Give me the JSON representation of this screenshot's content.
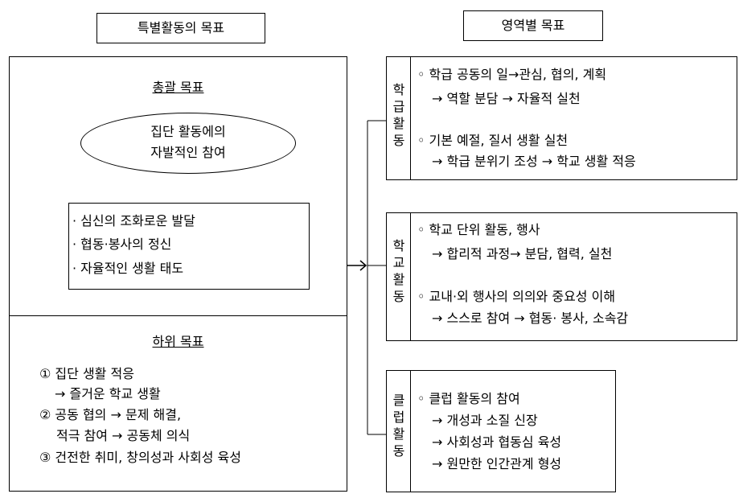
{
  "header": {
    "left_title": "특별활동의 목표",
    "right_title": "영역별 목표"
  },
  "overall": {
    "title": "총괄 목표",
    "ellipse_line1": "집단 활동에의",
    "ellipse_line2": "자발적인 참여",
    "bullets": [
      "· 심신의 조화로운 발달",
      "· 협동·봉사의 정신",
      "· 자율적인 생활 태도"
    ]
  },
  "sub": {
    "title": "하위 목표",
    "lines": [
      "① 집단 생활 적응",
      "→ 즐거운 학교 생활",
      "② 공동 협의 → 문제 해결,",
      "적극 참여 → 공동체 의식",
      "③ 건전한 취미, 창의성과 사회성 육성"
    ]
  },
  "areas": [
    {
      "label": [
        "학",
        "급",
        "활",
        "동"
      ],
      "lines": [
        "◦ 학급 공동의 일→관심, 협의, 계획",
        "→ 역할 분담 → 자율적 실천",
        "◦ 기본 예절, 질서 생활 실천",
        "→ 학급 분위기 조성 → 학교 생활 적응"
      ]
    },
    {
      "label": [
        "학",
        "교",
        "활",
        "동"
      ],
      "lines": [
        "◦ 학교 단위 활동, 행사",
        "→ 합리적 과정→ 분담, 협력, 실천",
        "◦ 교내·외 행사의 의의와 중요성 이해",
        "→ 스스로 참여 → 협동· 봉사, 소속감"
      ]
    },
    {
      "label": [
        "클",
        "럽",
        "활",
        "동"
      ],
      "lines": [
        "◦ 클럽 활동의 참여",
        "→ 개성과 소질 신장",
        "→ 사회성과 협동심 육성",
        "→ 원만한 인간관계 형성"
      ]
    }
  ]
}
